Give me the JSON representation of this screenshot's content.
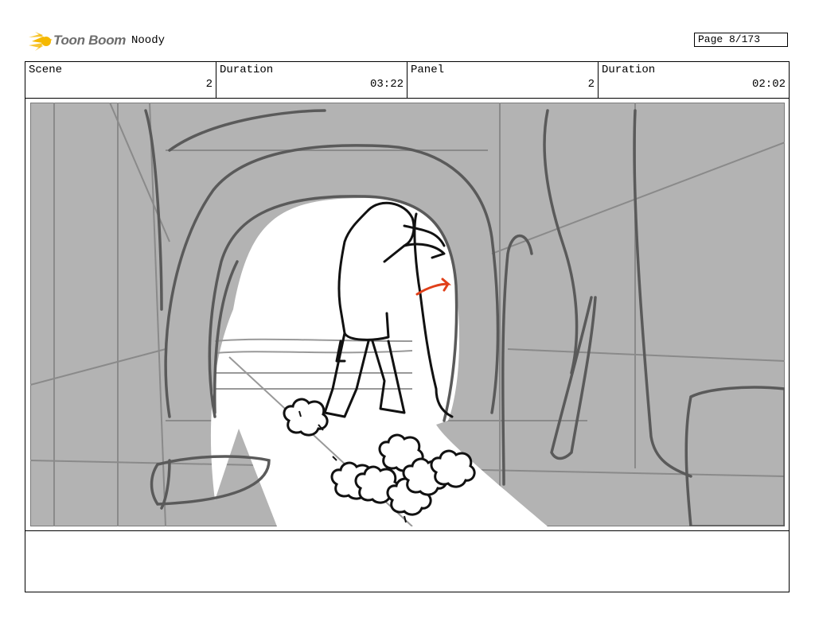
{
  "header": {
    "brand": "Toon Boom",
    "project_title": "Noody",
    "page_label": "Page 8/173"
  },
  "info_row": {
    "scene_label": "Scene",
    "scene_value": "2",
    "scene_duration_label": "Duration",
    "scene_duration_value": "03:22",
    "panel_label": "Panel",
    "panel_value": "2",
    "panel_duration_label": "Duration",
    "panel_duration_value": "02:02"
  },
  "panel": {
    "sketch_background": "#b3b3b3",
    "line_color": "#222222",
    "accent_arrow_color": "#e0401a",
    "logo_color": "#f5b800"
  },
  "notes": {
    "text": ""
  }
}
